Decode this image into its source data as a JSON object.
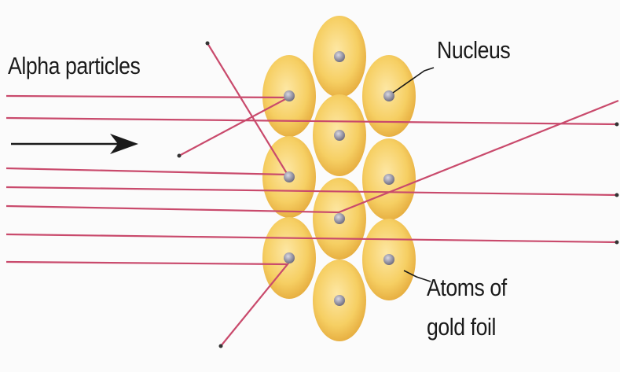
{
  "labels": {
    "alpha_particles": "Alpha particles",
    "nucleus": "Nucleus",
    "atoms_line1": "Atoms of",
    "atoms_line2": "gold foil"
  },
  "colors": {
    "background": "#fbfbfb",
    "atom_fill": "#f6cf63",
    "atom_edge": "#e2a93a",
    "nucleus": "#8d8b9c",
    "track": "#c94a6c",
    "text": "#1a1a1a"
  },
  "icons": [
    "direction-arrow"
  ]
}
